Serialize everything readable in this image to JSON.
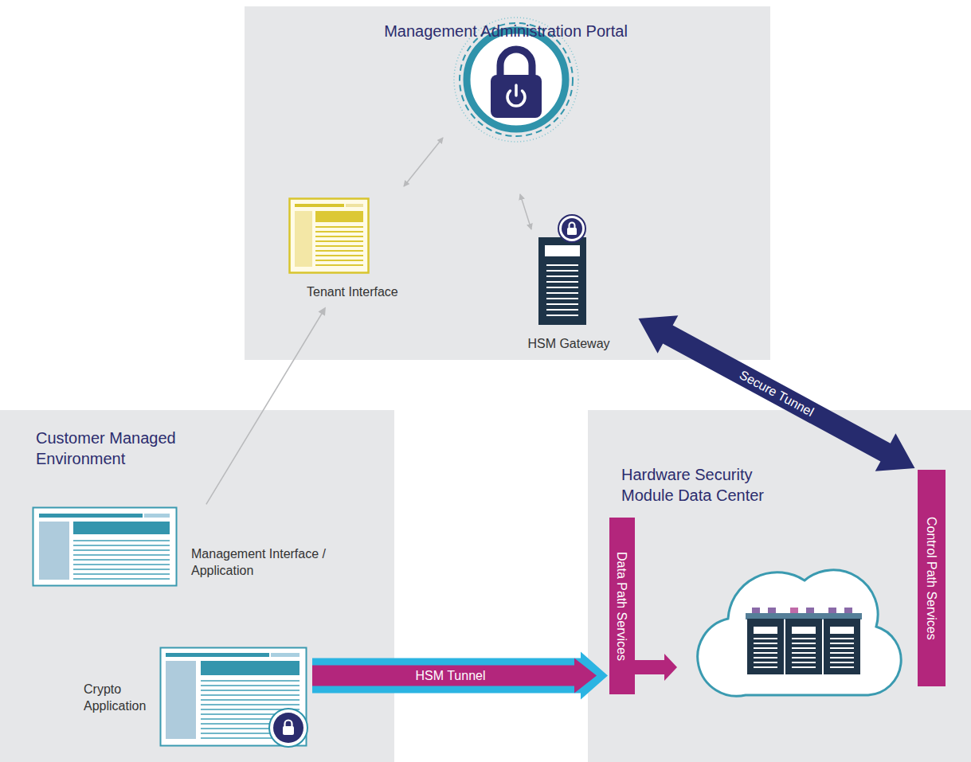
{
  "diagram": {
    "nodes": [
      {
        "text": [
          "Management Administration Portal"
        ]
      },
      {
        "text": [
          "Tenant Interface"
        ],
        "in": 0
      },
      {
        "text": [
          "HSM Gateway"
        ],
        "in": 0
      },
      {
        "text": [
          "Customer Managed Environment"
        ]
      },
      {
        "text": [
          "Management Interface / Application"
        ],
        "in": 3
      },
      {
        "text": [
          "Crypto Application"
        ],
        "in": 3
      },
      {
        "text": [
          "Hardware Security Module Data Center"
        ]
      },
      {
        "text": [
          "Data Path Services"
        ],
        "in": 6
      },
      {
        "text": [
          "Control Path Services"
        ],
        "in": 6
      }
    ],
    "edges": [
      {
        "from": 4,
        "to": 1,
        "arrow": "to"
      },
      {
        "from": 2,
        "to": 8,
        "label": "Secure Tunnel",
        "arrow": "both"
      },
      {
        "from": 5,
        "to": 7,
        "label": "HSM Tunnel",
        "arrow": "to"
      }
    ]
  }
}
